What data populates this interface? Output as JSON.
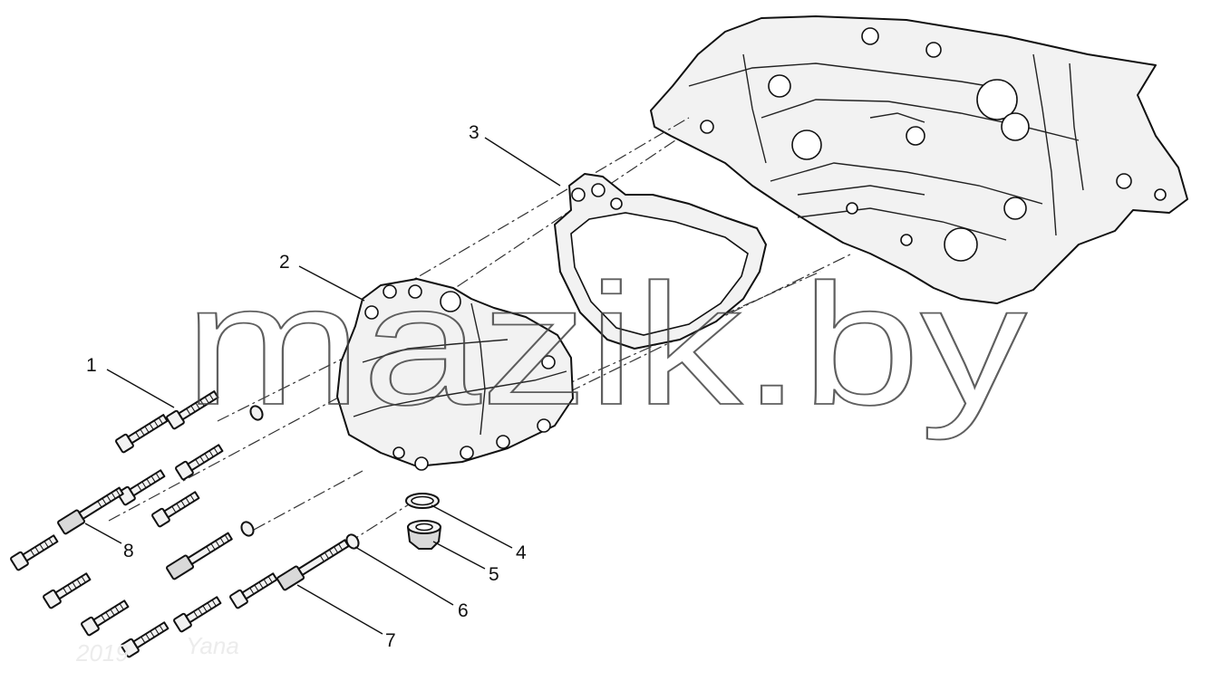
{
  "watermark": "mazik.by",
  "faint_text": [
    "2019",
    "Yana"
  ],
  "callouts": [
    {
      "id": "1",
      "label": "1"
    },
    {
      "id": "2",
      "label": "2"
    },
    {
      "id": "3",
      "label": "3"
    },
    {
      "id": "4",
      "label": "4"
    },
    {
      "id": "5",
      "label": "5"
    },
    {
      "id": "6",
      "label": "6"
    },
    {
      "id": "7",
      "label": "7"
    },
    {
      "id": "8",
      "label": "8"
    }
  ],
  "colors": {
    "line": "#111111",
    "fill": "#f2f2f2",
    "background": "#ffffff"
  }
}
